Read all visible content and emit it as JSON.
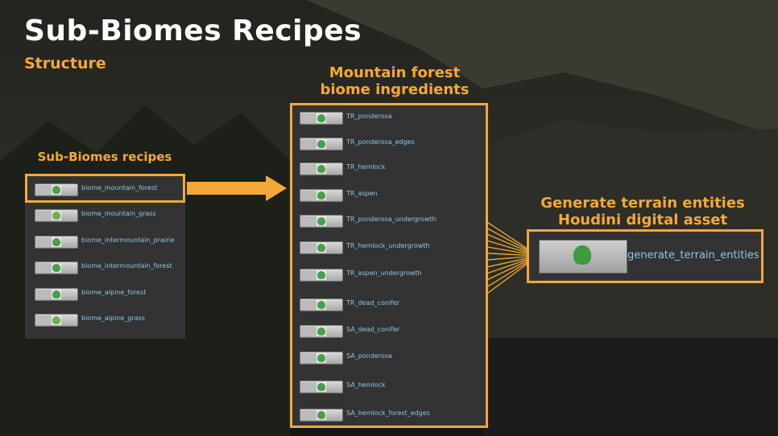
{
  "title": "Sub-Biomes Recipes",
  "subtitle": "Structure",
  "recipes_panel": {
    "heading": "Sub-Biomes recipes",
    "items": [
      "biome_mountain_forest",
      "biome_mountain_grass",
      "biome_intermountain_prairie",
      "biome_intermountain_forest",
      "biome_alpine_forest",
      "biome_alpine_grass"
    ]
  },
  "ingredients_panel": {
    "heading_line1": "Mountain forest",
    "heading_line2": "biome ingredients",
    "items": [
      "TR_ponderosa",
      "TR_ponderosa_edges",
      "TR_hemlock",
      "TR_aspen",
      "TR_ponderosa_undergrowth",
      "TR_hemlock_undergrowth",
      "TR_aspen_undergrowth",
      "TR_dead_conifer",
      "SA_dead_conifer",
      "SA_ponderosa",
      "SA_hemlock",
      "SA_hemlock_forest_edges"
    ]
  },
  "generate_panel": {
    "heading_line1": "Generate terrain entities",
    "heading_line2": "Houdini digital asset",
    "node_name": "generate_terrain_entities"
  },
  "colors": {
    "accent": "#f5a83a",
    "node_text": "#8ec6ea",
    "panel": "#333333"
  }
}
